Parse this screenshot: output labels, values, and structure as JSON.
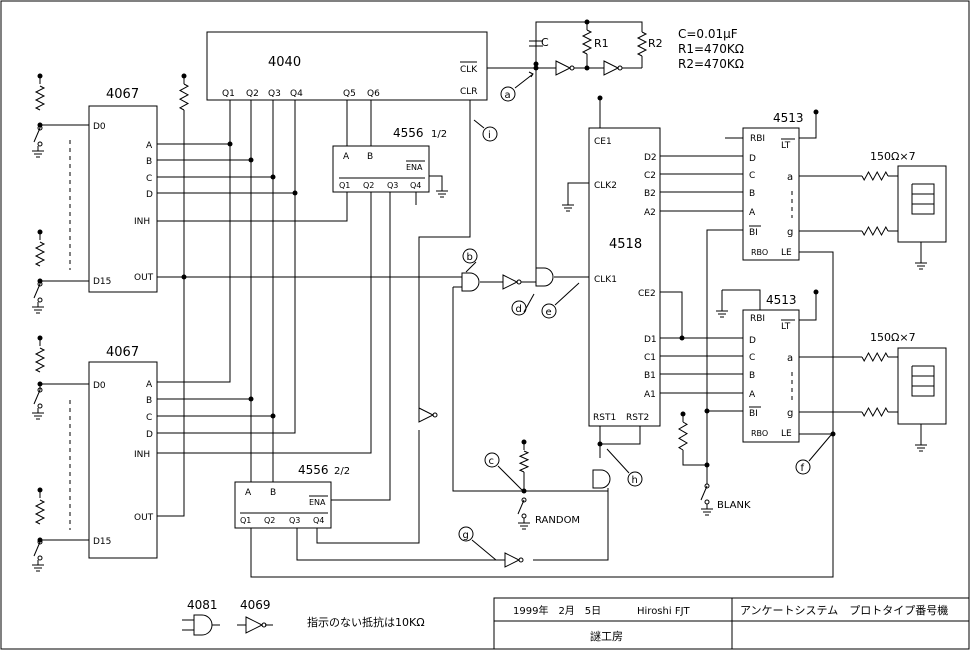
{
  "chips": {
    "c4040": {
      "name": "4040",
      "pins": [
        "Q1",
        "Q2",
        "Q3",
        "Q4",
        "Q5",
        "Q6",
        "CLK",
        "CLR"
      ]
    },
    "c4067a": {
      "name": "4067",
      "pins": [
        "D0",
        "D15",
        "A",
        "B",
        "C",
        "D",
        "INH",
        "OUT"
      ]
    },
    "c4067b": {
      "name": "4067",
      "pins": [
        "D0",
        "D15",
        "A",
        "B",
        "C",
        "D",
        "INH",
        "OUT"
      ]
    },
    "c4556a": {
      "name": "4556",
      "fraction": "1/2",
      "pins": [
        "A",
        "B",
        "ENA",
        "Q1",
        "Q2",
        "Q3",
        "Q4"
      ]
    },
    "c4556b": {
      "name": "4556",
      "fraction": "2/2",
      "pins": [
        "A",
        "B",
        "ENA",
        "Q1",
        "Q2",
        "Q3",
        "Q4"
      ]
    },
    "c4518": {
      "name": "4518",
      "pins": [
        "CE1",
        "CLK2",
        "D2",
        "C2",
        "B2",
        "A2",
        "CLK1",
        "CE2",
        "D1",
        "C1",
        "B1",
        "A1",
        "RST1",
        "RST2"
      ]
    },
    "c4513a": {
      "name": "4513",
      "pins": [
        "RBI",
        "LT",
        "D",
        "C",
        "B",
        "A",
        "a",
        "g",
        "BI",
        "RBO",
        "LE"
      ]
    },
    "c4513b": {
      "name": "4513",
      "pins": [
        "RBI",
        "LT",
        "D",
        "C",
        "B",
        "A",
        "a",
        "g",
        "BI",
        "RBO",
        "LE"
      ]
    }
  },
  "components": {
    "capacitor": "C",
    "r1": "R1",
    "r2": "R2",
    "values": [
      "C=0.01μF",
      "R1=470KΩ",
      "R2=470KΩ"
    ],
    "resistor_note": "150Ω×7"
  },
  "node_labels": [
    "a",
    "b",
    "c",
    "d",
    "e",
    "f",
    "g",
    "h",
    "i"
  ],
  "switch_labels": {
    "random": "RANDOM",
    "blank": "BLANK"
  },
  "legend": {
    "and_gate": "4081",
    "inverter": "4069",
    "note": "指示のない抵抗は10KΩ"
  },
  "title_block": {
    "date": "1999年　2月　5日",
    "author": "Hiroshi FJT",
    "title": "アンケートシステム　プロトタイプ番号機",
    "org": "謎工房"
  }
}
